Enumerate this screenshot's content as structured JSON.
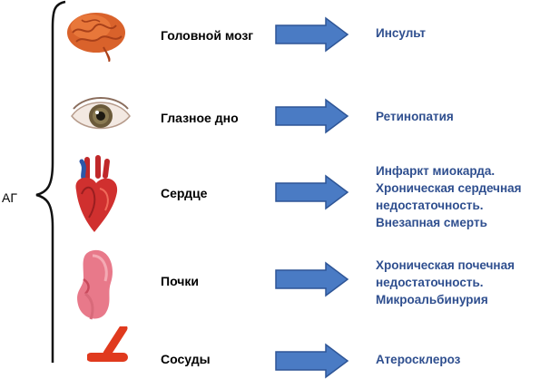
{
  "root_label": "АГ",
  "rows": [
    {
      "organ": "Головной мозг",
      "icon": "brain-icon",
      "outcomes": [
        "Инсульт"
      ]
    },
    {
      "organ": "Глазное дно",
      "icon": "eye-icon",
      "outcomes": [
        "Ретинопатия"
      ]
    },
    {
      "organ": "Сердце",
      "icon": "heart-icon",
      "outcomes": [
        "Инфаркт миокарда.",
        "Хроническая сердечная",
        "недостаточность.",
        "Внезапная смерть"
      ]
    },
    {
      "organ": "Почки",
      "icon": "kidney-icon",
      "outcomes": [
        "Хроническая почечная",
        "недостаточность.",
        "Микроальбинурия"
      ]
    },
    {
      "organ": "Сосуды",
      "icon": "vessel-icon",
      "outcomes": [
        "Атеросклероз"
      ]
    }
  ],
  "colors": {
    "arrow_fill": "#4a7bc4",
    "arrow_stroke": "#2e5596",
    "outcome_text": "#2f4f8f"
  }
}
